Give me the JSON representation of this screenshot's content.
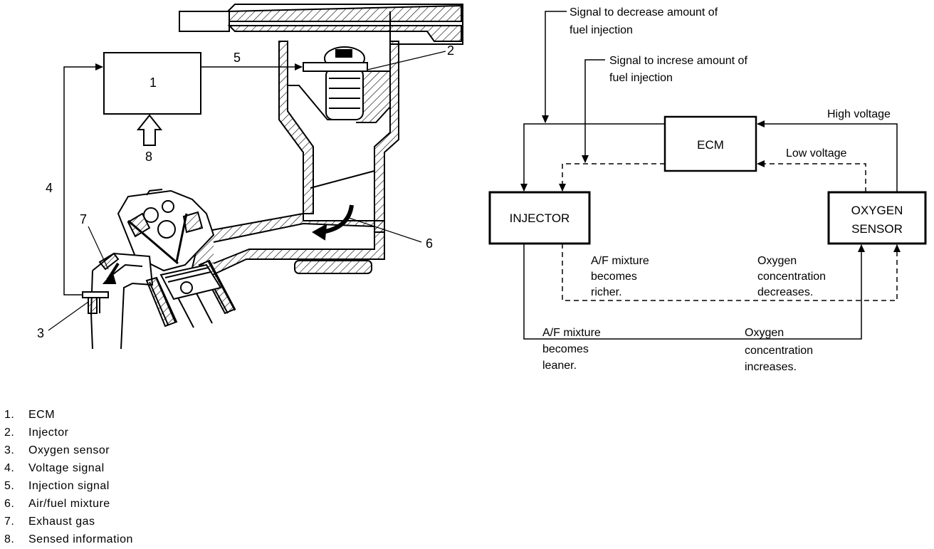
{
  "flow": {
    "ecm": "ECM",
    "injector": "INJECTOR",
    "oxygen_sensor_line1": "OXYGEN",
    "oxygen_sensor_line2": "SENSOR",
    "signal_decrease_line1": "Signal to decrease amount of",
    "signal_decrease_line2": "fuel injection",
    "signal_increase_line1": "Signal to increse amount of",
    "signal_increase_line2": "fuel injection",
    "high_voltage": "High voltage",
    "low_voltage": "Low voltage",
    "richer_line1": "A/F mixture",
    "richer_line2": "becomes",
    "richer_line3": "richer.",
    "o2_decreases_line1": "Oxygen",
    "o2_decreases_line2": "concentration",
    "o2_decreases_line3": "decreases.",
    "leaner_line1": "A/F mixture",
    "leaner_line2": "becomes",
    "leaner_line3": "leaner.",
    "o2_increases_line1": "Oxygen",
    "o2_increases_line2": "concentration",
    "o2_increases_line3": "increases."
  },
  "engine": {
    "box_number": "1",
    "callouts": [
      "2",
      "3",
      "4",
      "5",
      "6",
      "7",
      "8"
    ]
  },
  "legend": [
    {
      "num": "1.",
      "text": "ECM"
    },
    {
      "num": "2.",
      "text": "Injector"
    },
    {
      "num": "3.",
      "text": "Oxygen sensor"
    },
    {
      "num": "4.",
      "text": "Voltage signal"
    },
    {
      "num": "5.",
      "text": "Injection signal"
    },
    {
      "num": "6.",
      "text": "Air/fuel mixture"
    },
    {
      "num": "7.",
      "text": "Exhaust gas"
    },
    {
      "num": "8.",
      "text": "Sensed information"
    }
  ]
}
